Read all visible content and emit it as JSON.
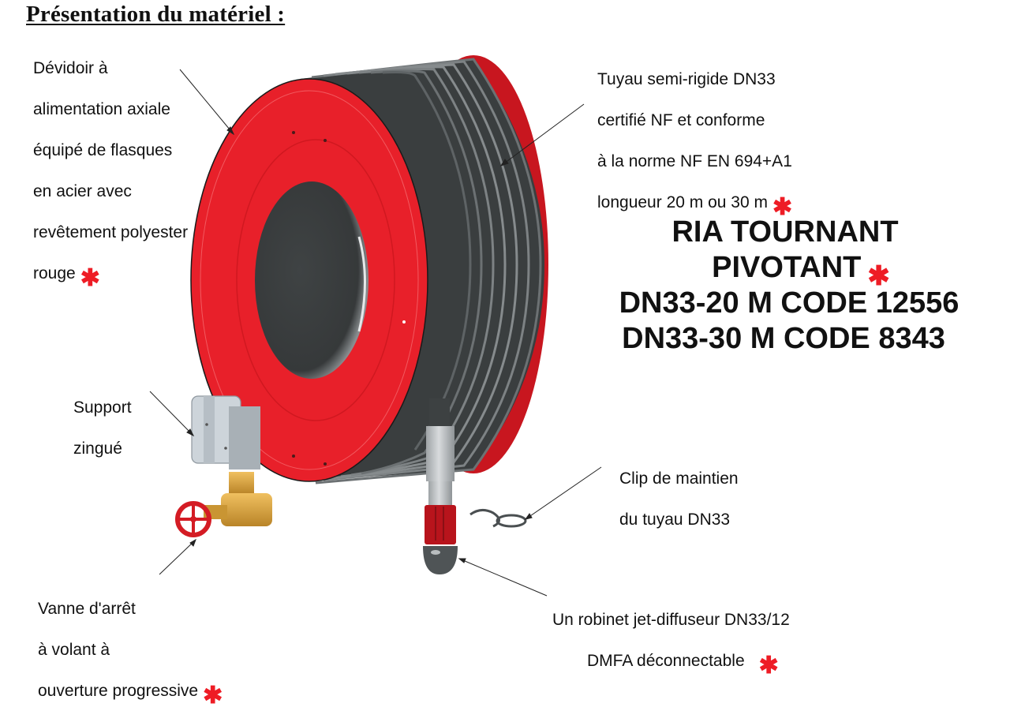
{
  "document": {
    "title": "Présentation du matériel :"
  },
  "callouts": {
    "reel": {
      "lines": [
        "Dévidoir à",
        "alimentation axiale",
        "équipé de flasques",
        "en acier avec",
        "revêtement polyester",
        "rouge"
      ],
      "has_asterisk": true
    },
    "hose": {
      "lines": [
        "Tuyau semi-rigide DN33",
        "certifié NF et conforme",
        "à la norme NF EN 694+A1",
        "longueur 20 m ou 30 m"
      ],
      "has_asterisk": true
    },
    "support": {
      "lines": [
        "Support",
        "zingué"
      ],
      "has_asterisk": false
    },
    "valve": {
      "lines": [
        "Vanne d'arrêt",
        "à volant à",
        "ouverture progressive"
      ],
      "has_asterisk": true
    },
    "clip": {
      "lines": [
        "Clip de maintien",
        "du tuyau DN33"
      ],
      "has_asterisk": false
    },
    "nozzle": {
      "lines": [
        "Un robinet jet-diffuseur DN33/12",
        "DMFA déconnectable"
      ],
      "has_asterisk": true
    }
  },
  "headline": {
    "lines": [
      "RIA TOURNANT",
      "PIVOTANT",
      "DN33-20 M CODE 12556",
      "DN33-30 M CODE 8343"
    ],
    "asterisk_after_line": 1
  },
  "asterisk_symbol": "✱",
  "colors": {
    "reel_red": "#e8202a",
    "reel_red_dark": "#b8141c",
    "hose_grey": "#3d4142",
    "hub_dark": "#3a3e3f",
    "support_grey": "#c9d0d6",
    "valve_brass": "#d9a441",
    "asterisk_red": "#ee1c25"
  }
}
